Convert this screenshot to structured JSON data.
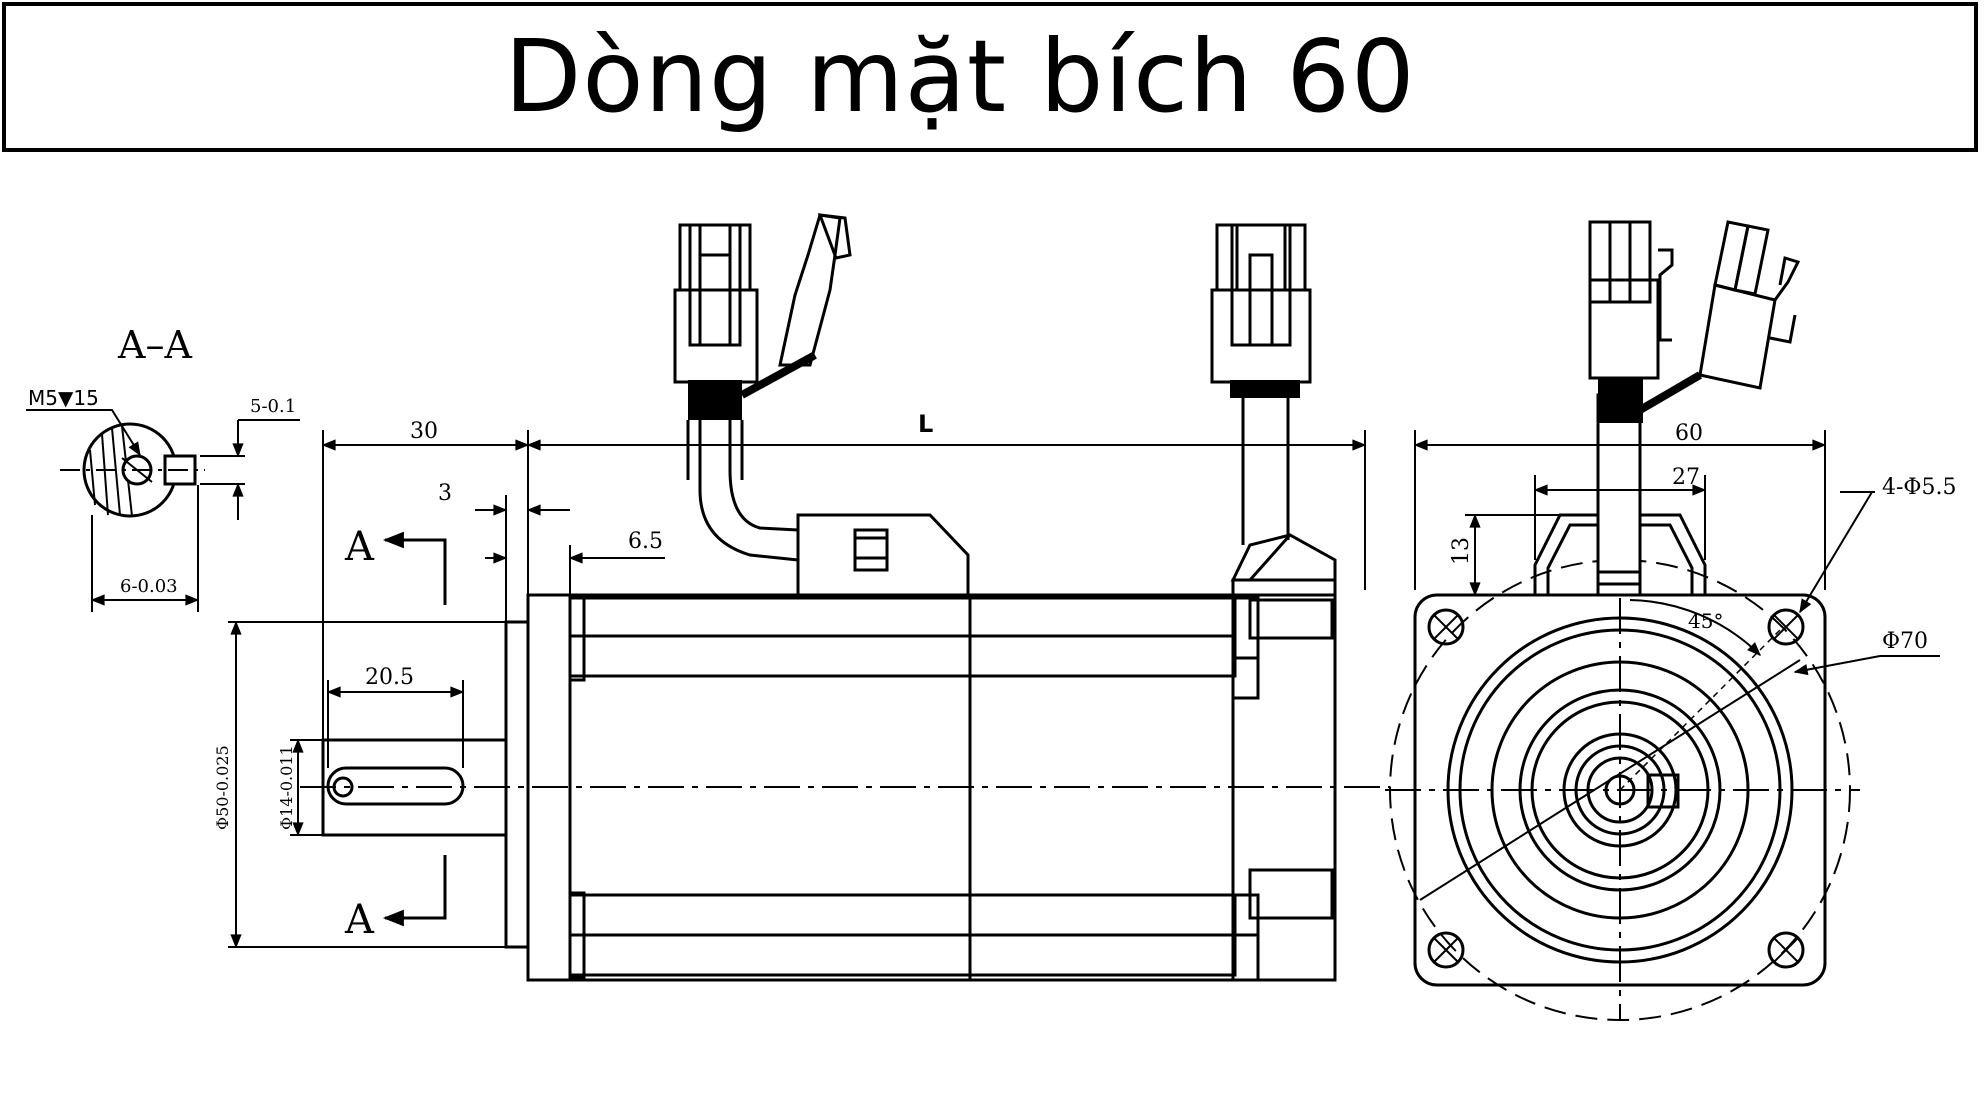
{
  "title": "Dòng mặt bích 60",
  "colors": {
    "ink": "#000000",
    "background": "#ffffff"
  },
  "section": {
    "name": "A–A",
    "thread": "M5▼15",
    "keyway_depth": "5-0.1",
    "keyway_width": "6-0.03",
    "cut_marker": "A"
  },
  "side_view": {
    "shaft_length": "30",
    "overall_length": "L",
    "flange_step": "3",
    "flange_thickness": "6.5",
    "key_length": "20.5",
    "pilot_diameter": "Φ50-0.025",
    "shaft_diameter": "Φ14-0.011"
  },
  "front_view": {
    "flange_size": "60",
    "connector_width": "27",
    "connector_height": "13",
    "mount_holes": "4-Φ5.5",
    "bolt_circle": "Φ70",
    "hole_angle": "45°"
  }
}
